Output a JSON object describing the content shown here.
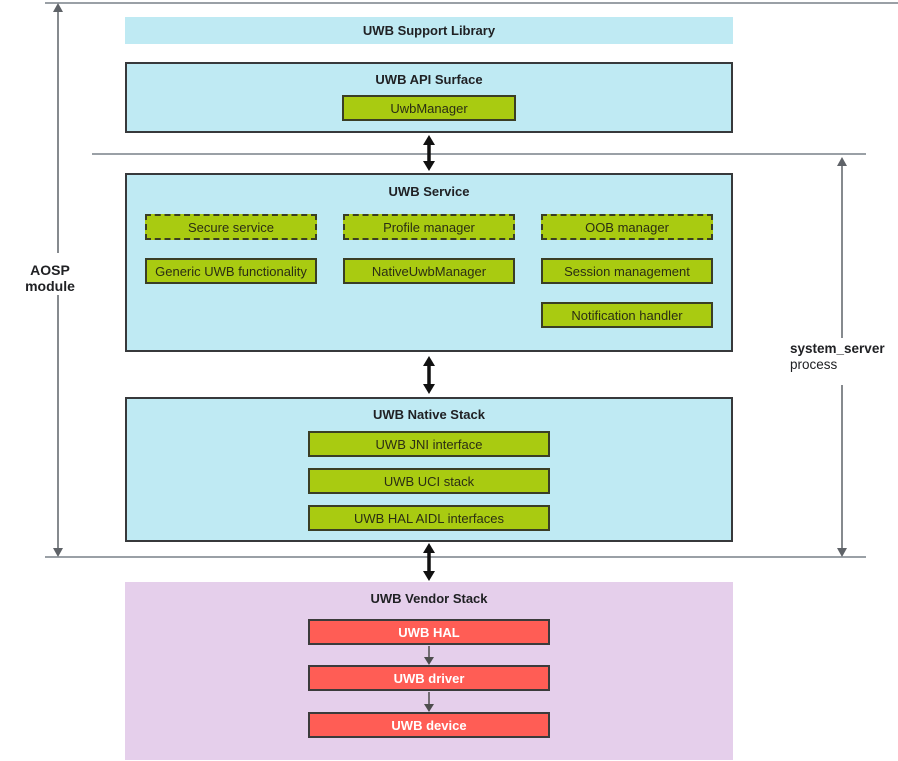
{
  "side_labels": {
    "left": "AOSP module",
    "right_line1": "system_server",
    "right_line2": "process"
  },
  "support_library": {
    "title": "UWB Support Library"
  },
  "api_surface": {
    "title": "UWB API Surface",
    "modules": [
      "UwbManager"
    ]
  },
  "service": {
    "title": "UWB Service",
    "dashed_modules": [
      "Secure service",
      "Profile manager",
      "OOB manager"
    ],
    "solid_modules": [
      "Generic UWB functionality",
      "NativeUwbManager",
      "Session management",
      "Notification handler"
    ]
  },
  "native_stack": {
    "title": "UWB Native Stack",
    "modules": [
      "UWB JNI interface",
      "UWB UCI stack",
      "UWB HAL AIDL interfaces"
    ]
  },
  "vendor_stack": {
    "title": "UWB Vendor Stack",
    "modules": [
      "UWB HAL",
      "UWB driver",
      "UWB device"
    ]
  },
  "colors": {
    "box_fill_cyan": "#bfeaf3",
    "module_fill_green": "#a9cb11",
    "module_fill_red": "#ff5d55",
    "vendor_fill_lavender": "#e5cfeb",
    "separator_gray": "#9aa0a6",
    "text_dark": "#202124"
  }
}
